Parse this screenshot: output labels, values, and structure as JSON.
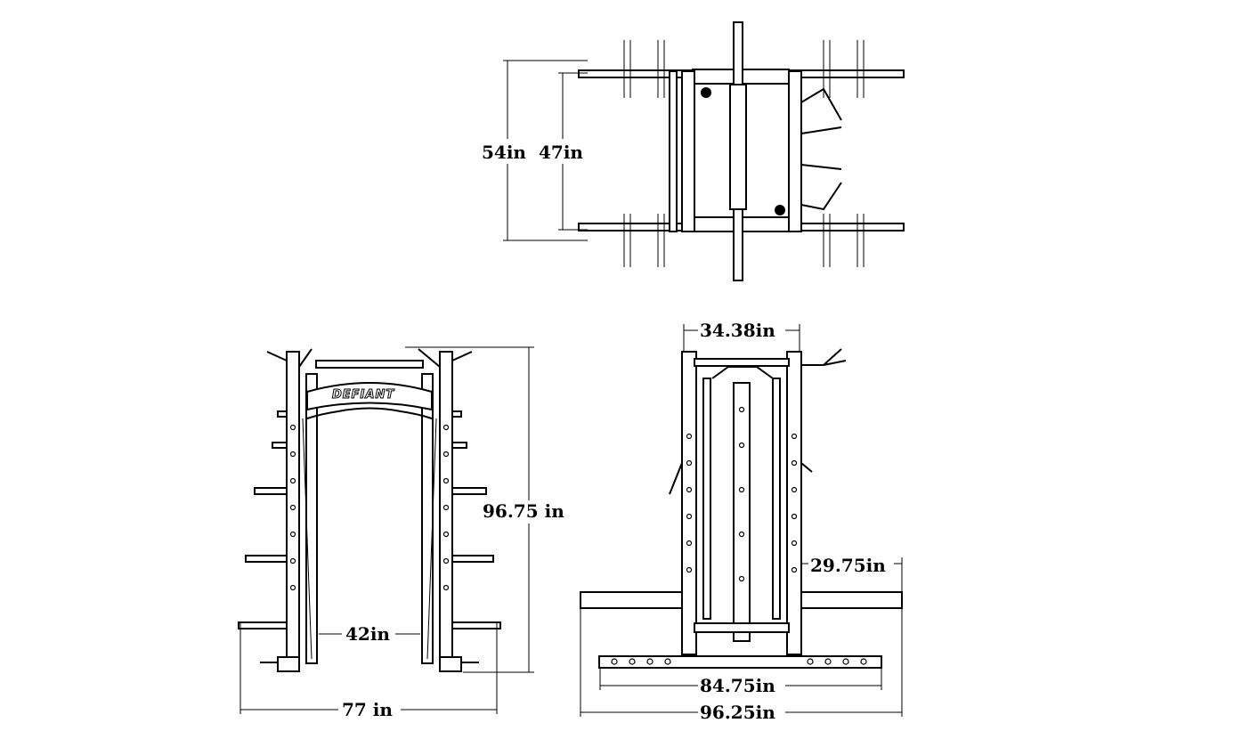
{
  "top_view": {
    "outer_depth": "54in",
    "inner_depth": "47in"
  },
  "front_view": {
    "height": "96.75 in",
    "inner_width": "42in",
    "outer_width": "77 in",
    "logo": "DEFIANT"
  },
  "side_view": {
    "top_width": "34.38in",
    "wing_width": "29.75in",
    "base_width": "84.75in",
    "overall_width": "96.25in"
  }
}
